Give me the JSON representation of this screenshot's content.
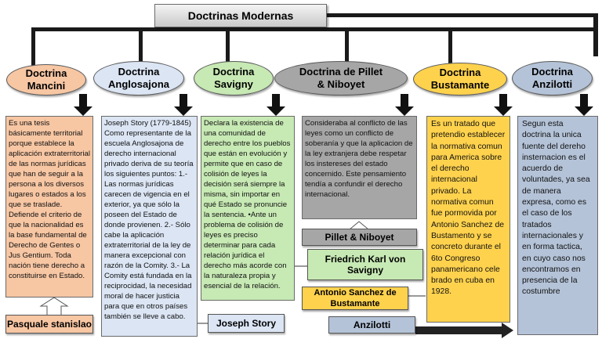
{
  "title": "Doctrinas Modernas",
  "doctrines": [
    {
      "name": "Doctrina\nMancini"
    },
    {
      "name": "Doctrina\nAnglosajona"
    },
    {
      "name": "Doctrina\nSavigny"
    },
    {
      "name": "Doctrina de Pillet\n& Niboyet"
    },
    {
      "name": "Doctrina\nBustamante"
    },
    {
      "name": "Doctrina\nAnzilotti"
    }
  ],
  "descriptions": {
    "mancini": "Es una tesis básicamente territorial porque establece la aplicación extraterritorial de las normas jurídicas que han de seguir a la persona a los diversos lugares o estados a los que se traslade. Defiende el criterio de que la nacionalidad es la base fundamental de Derecho de Gentes o Jus Gentium. Toda nación tiene derecho a constituirse en Estado.",
    "anglosajona": "Joseph Story (1779-1845) Como representante de la escuela Anglosajona de derecho internacional privado deriva de su teoría los siguientes puntos: 1.- Las normas jurídicas carecen de vigencia en el exterior, ya que sólo la poseen del Estado de donde provienen. 2.- Sólo cabe la aplicación extraterritorial de la ley de manera excepcional con razón de la Comity. 3.- La Comity está fundada en la reciprocidad, la necesidad moral de hacer justicia para que en otros países también se lleve a cabo.",
    "savigny": "Declara la existencia de una comunidad de derecho entre los pueblos que están en evolución y permite que en caso de colisión de leyes la decisión será siempre la misma, sin importar en qué Estado se pronuncie la sentencia. •Ante un problema de colisión de leyes es preciso determinar para cada relación jurídica el derecho más acorde con la naturaleza propia y esencial de la relación.",
    "pillet": "Consideraba al conflicto de las leyes como un conflicto de soberanía y que la aplicacion de la ley extranjera debe respetar los instereses del estado concernido. Este pensamiento tendía a confundir el derecho internacional.",
    "bustamante": "Es un tratado que pretendio establecer la normativa comun para America sobre el derecho internacional privado.  La normativa comun fue pormovida por Antonio Sanchez de Bustamento y se concreto durante el 6to Congreso panamericano cele brado en cuba en 1928.",
    "anzilotti": "Segun esta doctrina la unica fuente del dereho insternacion es el acuerdo de voluntades, ya sea de manera expresa, como es el caso de los tratados internacionales y en forma tactica, en cuyo caso nos encontramos en presencia de la costumbre"
  },
  "authors": {
    "mancini": "Pasquale stanislao",
    "anglosajona": "Joseph Story",
    "savigny": "Friedrich Karl von Savigny",
    "pillet": "Pillet & Niboyet",
    "bustamante": "Antonio Sanchez de Bustamante",
    "anzilotti": "Anzilotti"
  },
  "colors": {
    "mancini": "#f7c6a3",
    "anglosajona": "#dbe5f4",
    "savigny": "#c7e9b4",
    "pillet": "#a6a6a6",
    "bustamante": "#ffd24d",
    "anzilotti": "#b4c3d8"
  }
}
